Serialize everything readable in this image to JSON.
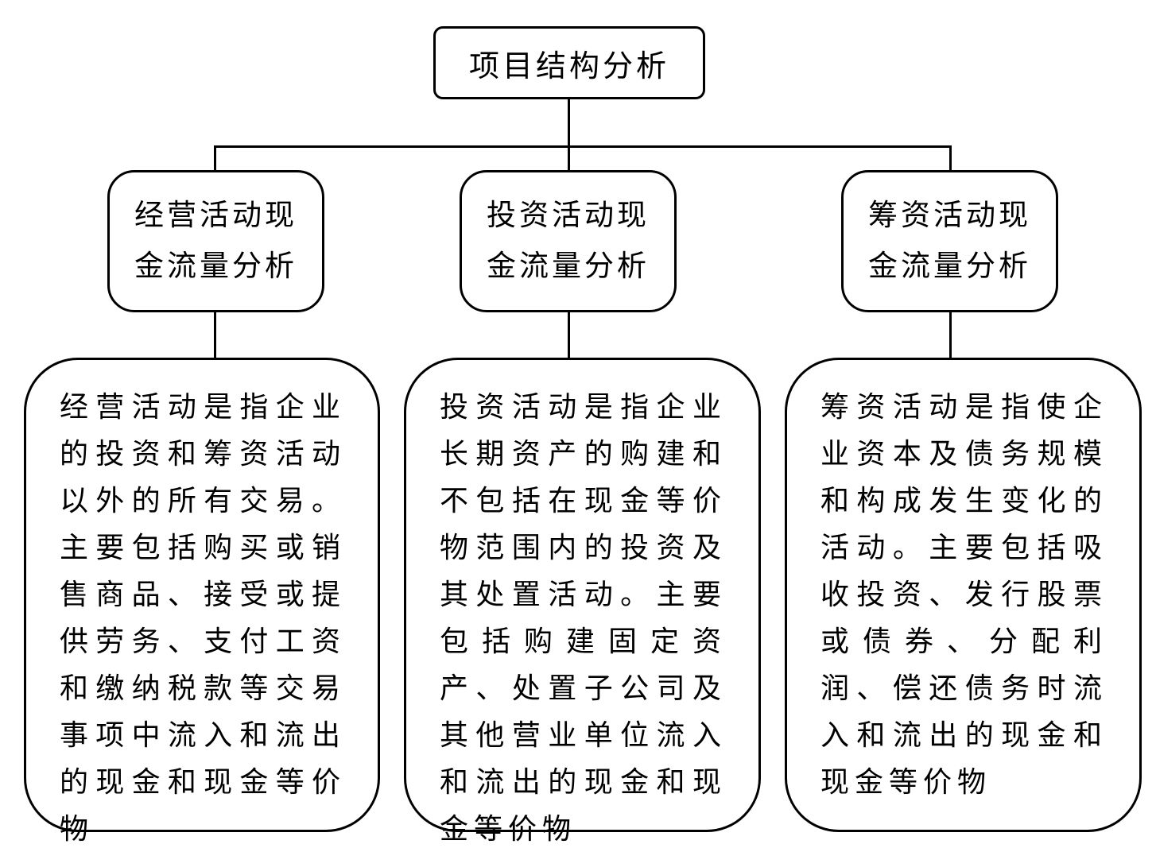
{
  "diagram": {
    "colors": {
      "line": "#000000",
      "background": "#ffffff",
      "text": "#000000"
    },
    "root": {
      "label": "项目结构分析"
    },
    "branches": [
      {
        "title": "经营活动现\n金流量分析",
        "description": "经营活动是指企业的投资和筹资活动以外的所有交易。主要包括购买或销售商品、接受或提供劳务、支付工资和缴纳税款等交易事项中流入和流出的现金和现金等价物"
      },
      {
        "title": "投资活动现\n金流量分析",
        "description": "投资活动是指企业长期资产的购建和不包括在现金等价物范围内的投资及其处置活动。主要包括购建固定资产、处置子公司及其他营业单位流入和流出的现金和现金等价物"
      },
      {
        "title": "筹资活动现\n金流量分析",
        "description": "筹资活动是指使企业资本及债务规模和构成发生变化的活动。主要包括吸收投资、发行股票或债券、分配利润、偿还债务时流入和流出的现金和现金等价物"
      }
    ]
  }
}
